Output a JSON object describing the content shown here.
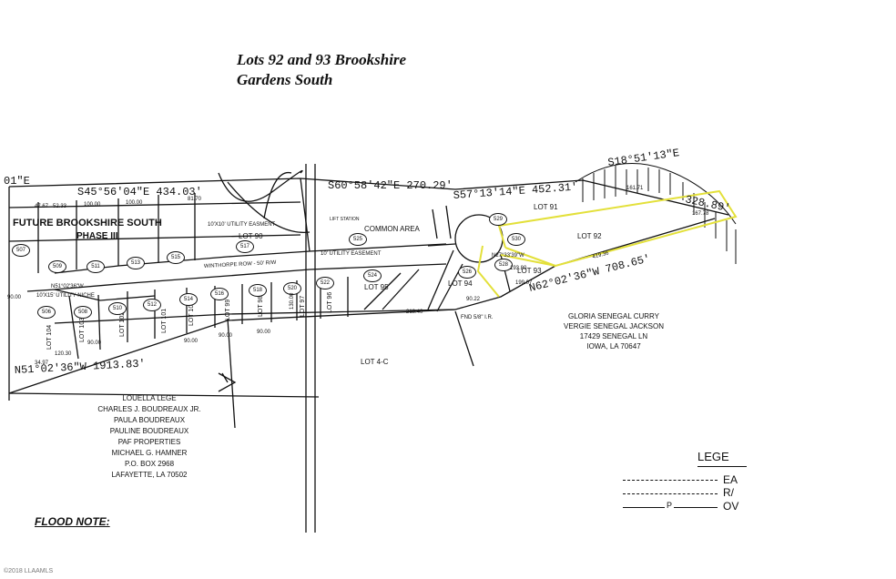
{
  "title": {
    "line1": "Lots 92 and 93 Brookshire",
    "line2": "Gardens South"
  },
  "bearings": {
    "s45": "S45°56'04\"E   434.03'",
    "s60": "S60°58'42\"E 270.29'",
    "s57": "S57°13'14\"E   452.31'",
    "s18": "S18°51'13\"E",
    "s18_dist": "328.89'",
    "n62": "N62°02'36\"W   708.65'",
    "n51": "N51°02'36\"W      1913.83'",
    "left_partial": "01\"E",
    "n51_road": "N51°02'36\"W",
    "n27": "N27°33'39\"W"
  },
  "areas": {
    "future_line1": "FUTURE BROOKSHIRE SOUTH",
    "future_line2": "PHASE III",
    "common_area": "COMMON AREA",
    "lift_station": "LIFT STATION",
    "road": "WINTHORPE ROW - 50' R/W",
    "utility_easement_a": "10'X10' UTILITY EASMENT",
    "utility_easement_b": "10' UTILITY EASEMENT",
    "utility_niche": "10'X15' UTILITY NICHE",
    "lot_4c": "LOT 4-C",
    "found_ir": "FND 5/8\" I.R."
  },
  "lots": {
    "lot91": "LOT 91",
    "lot92": "LOT 92",
    "lot93": "LOT 93",
    "lot94": "LOT 94",
    "lot95": "LOT 95",
    "lot90": "LOT 90",
    "lot96": "LOT 96",
    "lot97": "LOT 97",
    "lot98": "LOT 98",
    "lot99": "LOT 99",
    "lot100": "LOT 100",
    "lot101": "LOT 101",
    "lot102": "LOT 102",
    "lot103": "LOT 103",
    "lot104": "LOT 104"
  },
  "addresses": {
    "n507": "507",
    "n509": "509",
    "n511": "511",
    "n513": "513",
    "n515": "515",
    "n517": "517",
    "n506": "506",
    "n508": "508",
    "n510": "510",
    "n512": "512",
    "n514": "514",
    "n516": "516",
    "n518": "518",
    "n520": "520",
    "n522": "522",
    "n524": "524",
    "n525": "525",
    "n526": "526",
    "n528": "528",
    "n529": "529",
    "n530": "530"
  },
  "dims": {
    "d1": "47.67",
    "d2": "52.33",
    "d3": "100.00",
    "d4": "100.00",
    "d5": "81.70",
    "d6": "90.00",
    "d7": "90.00",
    "d8": "90.00",
    "d9": "90.00",
    "d10": "90.00",
    "d11": "130.00",
    "d12": "120.30",
    "d13": "218.40",
    "d14": "90.22",
    "d15": "193.80",
    "d16": "199.07",
    "d17": "419.36",
    "d18": "161.71",
    "d19": "167.78",
    "d20": "34.97"
  },
  "owners_left": [
    "LOUELLA LEGE",
    "CHARLES J. BOUDREAUX JR.",
    "PAULA BOUDREAUX",
    "PAULINE BOUDREAUX",
    "PAF PROPERTIES",
    "MICHAEL G. HAMNER",
    "P.O. BOX 2968",
    "LAFAYETTE, LA 70502"
  ],
  "owners_right": [
    "GLORIA SENEGAL CURRY",
    "VERGIE SENEGAL JACKSON",
    "17429 SENEGAL LN",
    "IOWA, LA 70647"
  ],
  "legend": {
    "title": "LEGE",
    "row1": "EA",
    "row2": "R/",
    "row3": "OV",
    "p": "P"
  },
  "flood_note": "FLOOD NOTE:",
  "footer": "©2018 LLAAMLS",
  "colors": {
    "highlight": "#e3e03a",
    "ink": "#111111",
    "background": "#ffffff"
  }
}
